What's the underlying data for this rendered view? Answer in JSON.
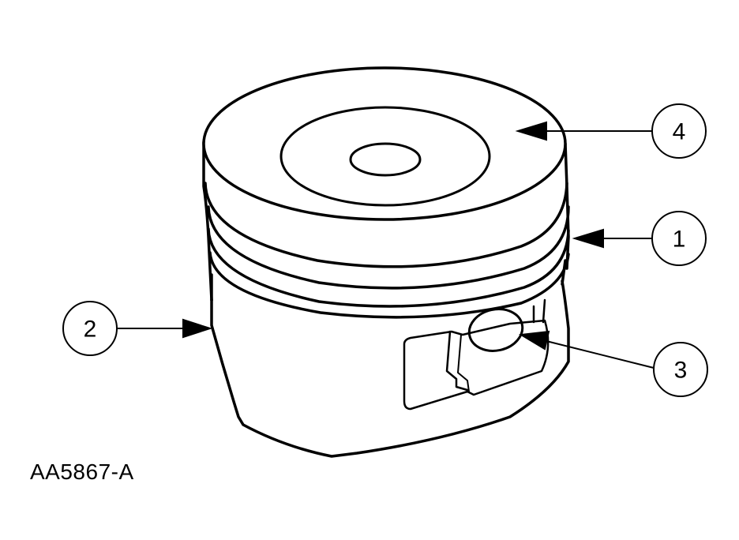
{
  "figure": {
    "id": "AA5867-A",
    "subject": "piston"
  },
  "callouts": [
    {
      "number": "1"
    },
    {
      "number": "2"
    },
    {
      "number": "3"
    },
    {
      "number": "4"
    }
  ],
  "colors": {
    "line": "#000000",
    "background": "#ffffff"
  }
}
